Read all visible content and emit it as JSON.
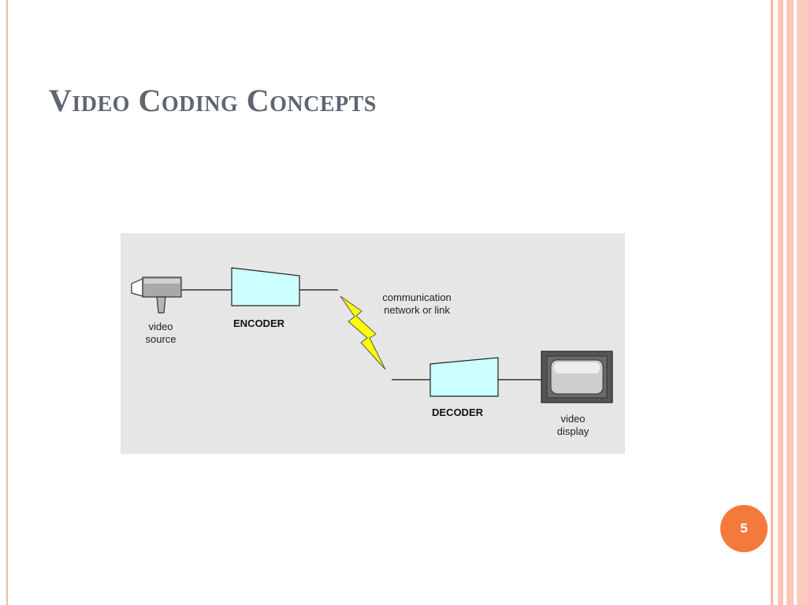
{
  "slide": {
    "title": "Video Coding Concepts",
    "page_number": "5"
  },
  "colors": {
    "title_text": "#5f6670",
    "accent_orange": "#f47a3b",
    "stripe_pink": "#f4b9a6",
    "figure_background": "#e6e6e6",
    "codec_fill": "#ccffff",
    "lightning_fill": "#ffff00"
  },
  "diagram": {
    "nodes": {
      "video_source": {
        "label_line1": "video",
        "label_line2": "source",
        "icon": "video-camera-icon"
      },
      "encoder": {
        "label": "ENCODER"
      },
      "network": {
        "label_line1": "communication",
        "label_line2": "network or link",
        "icon": "lightning-bolt-icon"
      },
      "decoder": {
        "label": "DECODER"
      },
      "video_display": {
        "label_line1": "video",
        "label_line2": "display",
        "icon": "monitor-icon"
      }
    }
  }
}
